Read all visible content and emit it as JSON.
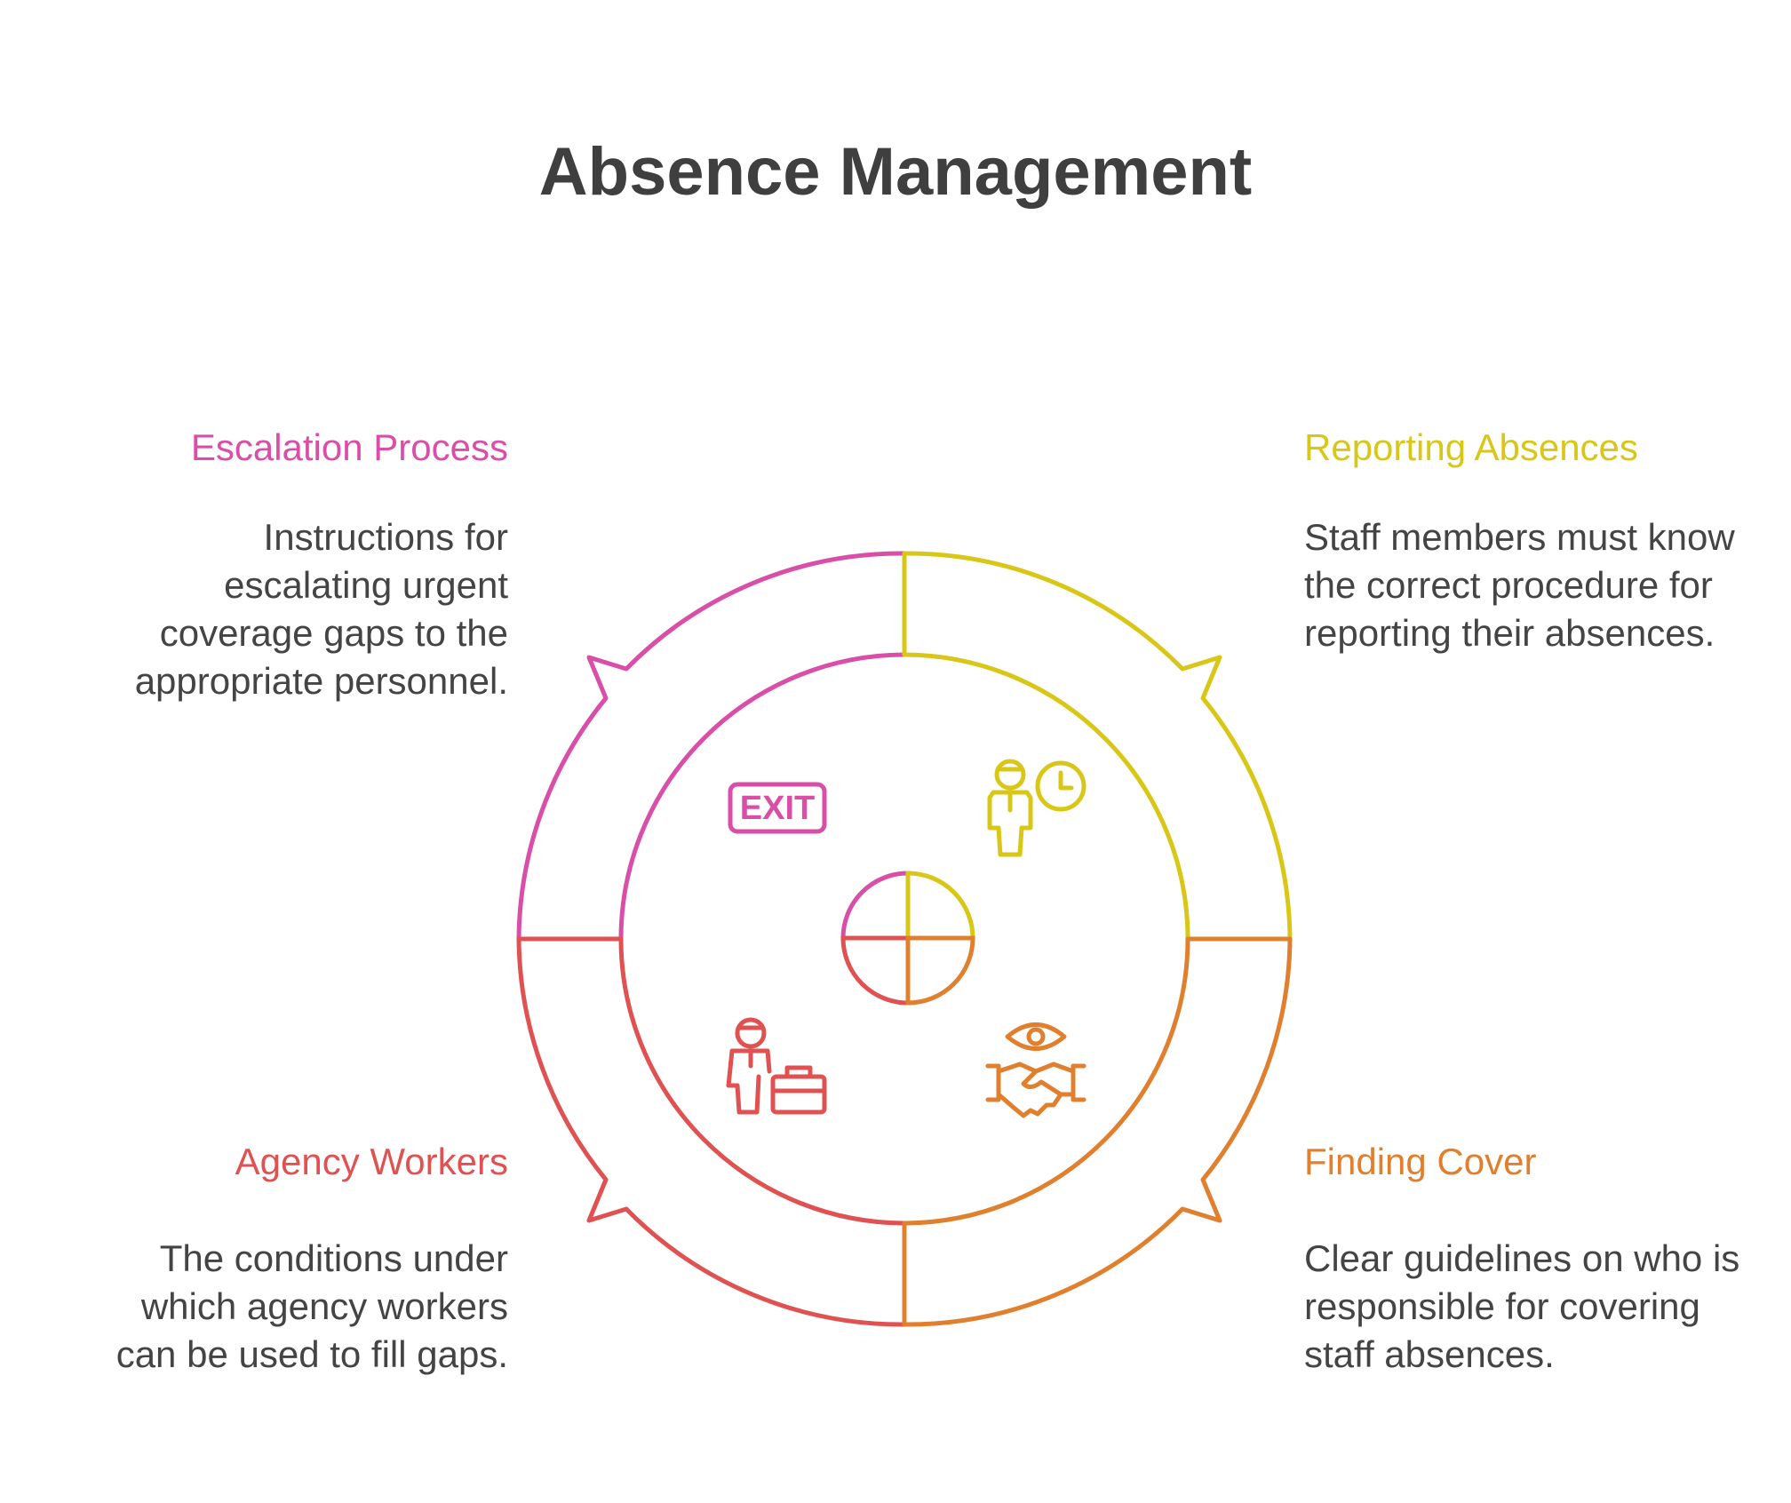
{
  "title": "Absence Management",
  "sections": [
    {
      "id": "escalation",
      "heading": "Escalation Process",
      "description": "Instructions for escalating urgent coverage gaps to the appropriate personnel.",
      "color": "#d94fa8",
      "icon": "exit-sign-icon"
    },
    {
      "id": "reporting",
      "heading": "Reporting Absences",
      "description": "Staff members must know the correct procedure for reporting their absences.",
      "color": "#d9c718",
      "icon": "person-clock-icon"
    },
    {
      "id": "agency",
      "heading": "Agency Workers",
      "description": "The conditions under which agency workers can be used to fill gaps.",
      "color": "#e05252",
      "icon": "worker-briefcase-icon"
    },
    {
      "id": "cover",
      "heading": "Finding Cover",
      "description": "Clear guidelines on who is responsible for covering staff absences.",
      "color": "#e0802e",
      "icon": "handshake-eye-icon"
    }
  ],
  "exit_text": "EXIT"
}
